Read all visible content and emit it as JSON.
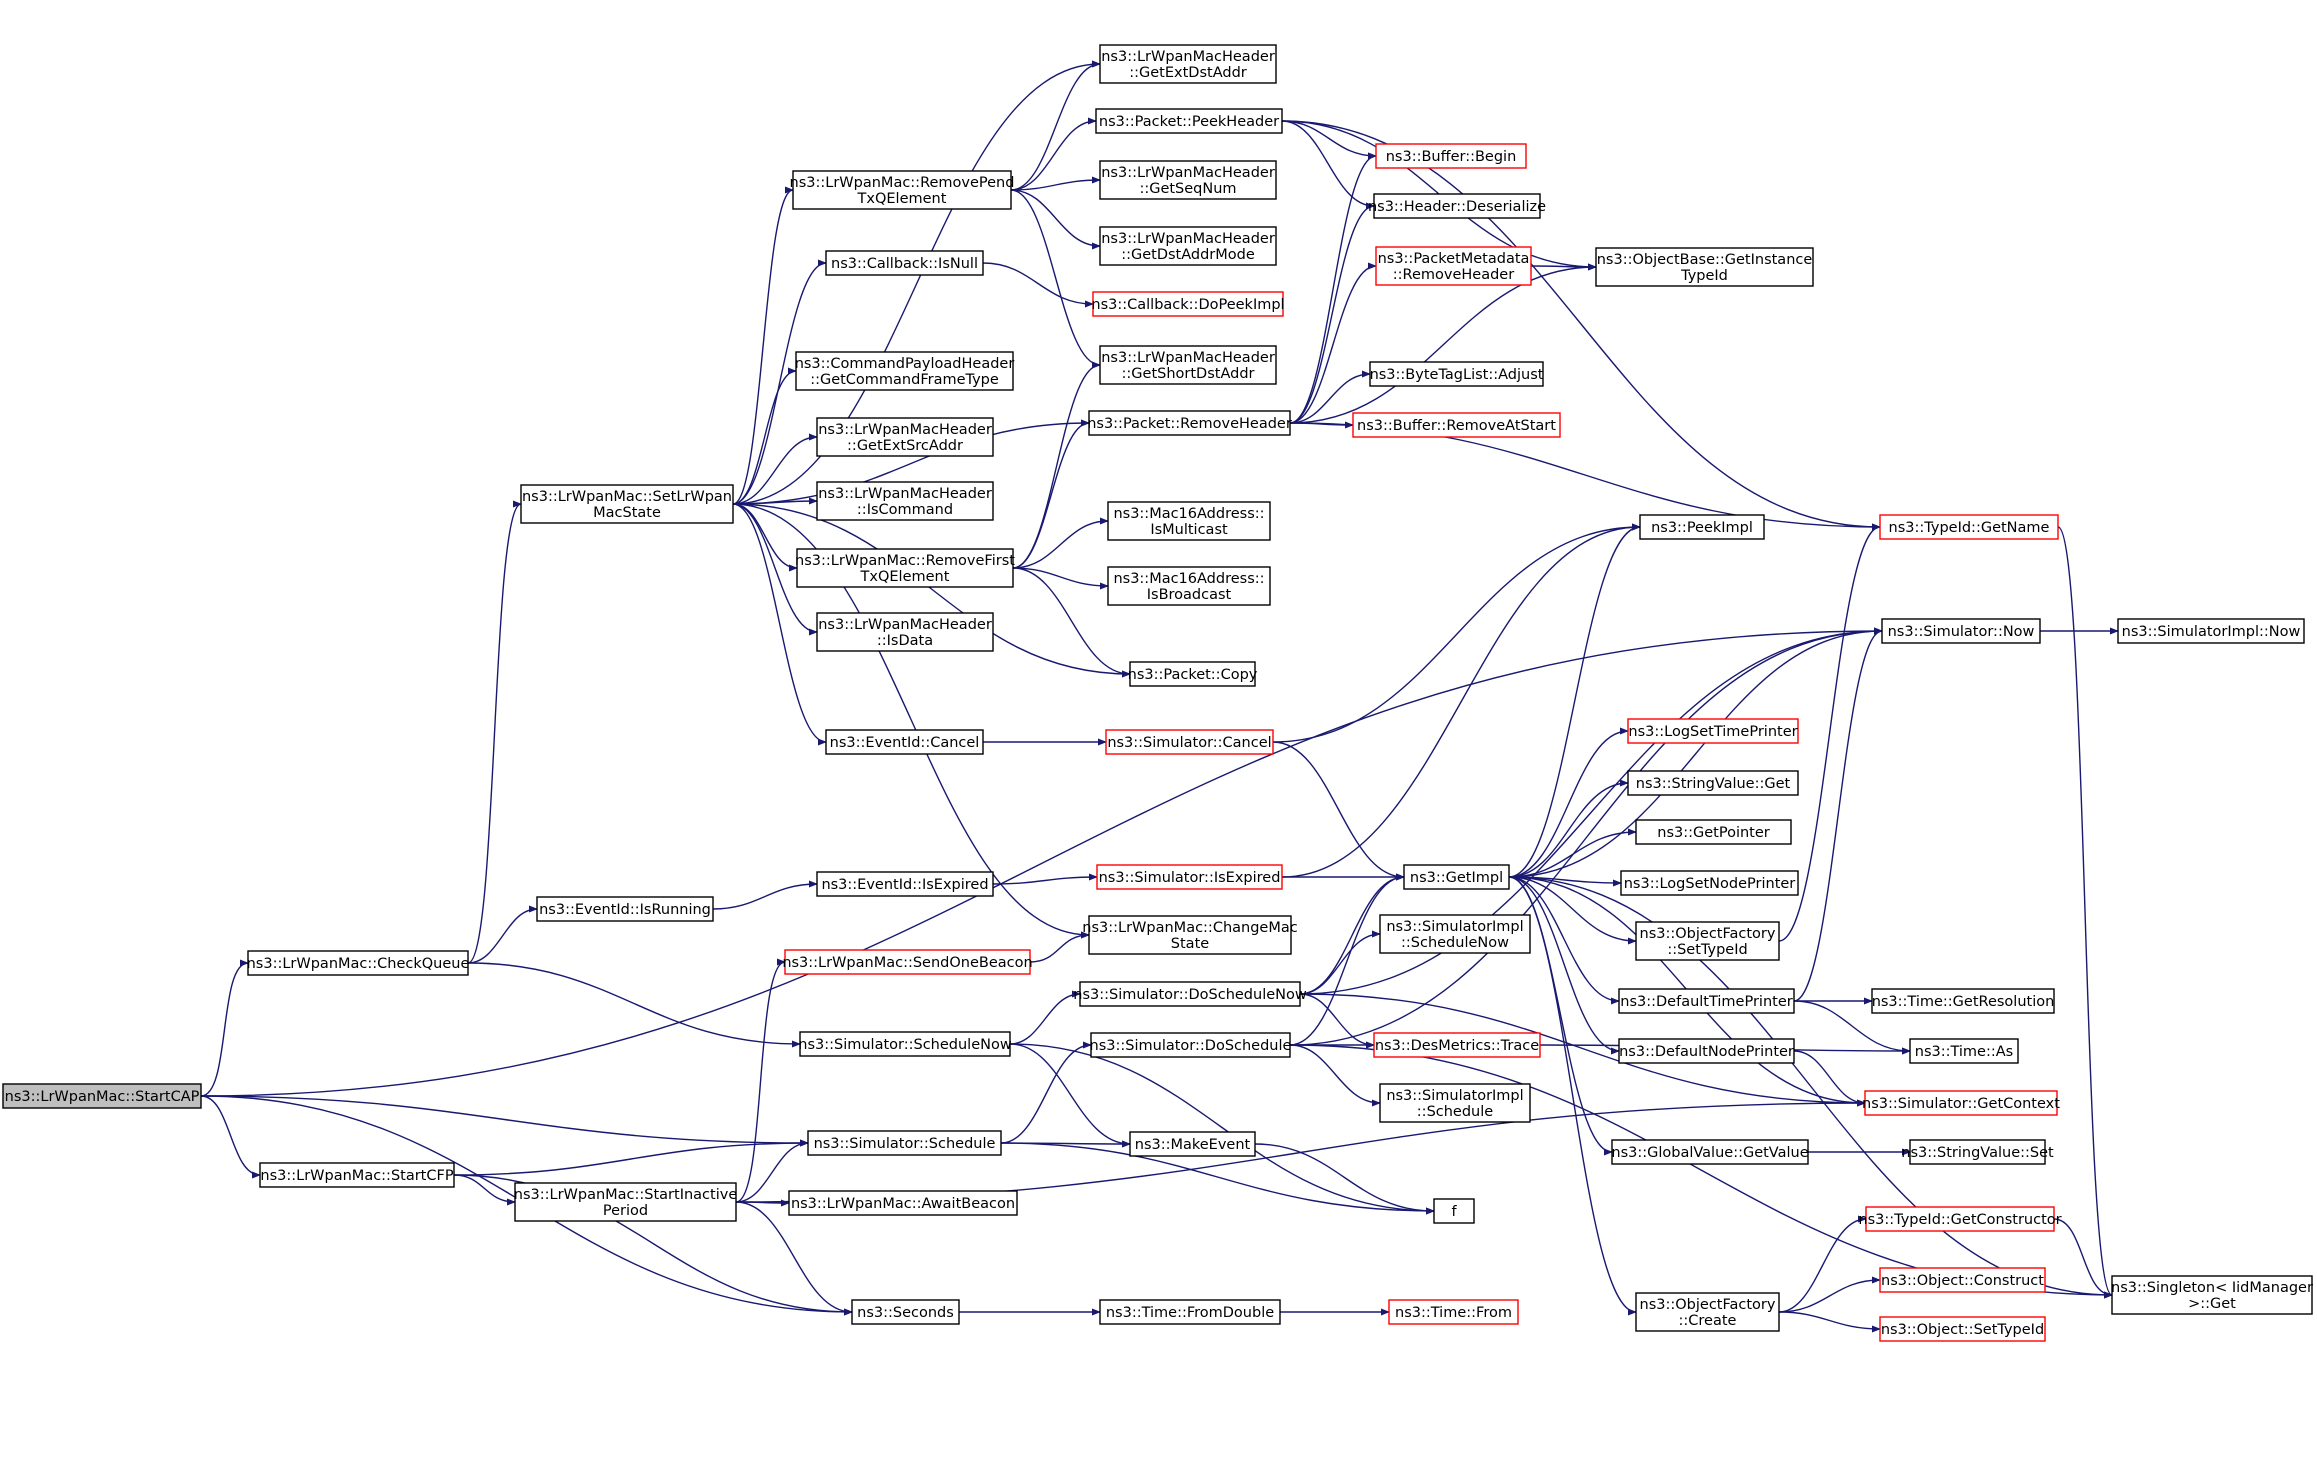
{
  "colors": {
    "edge": "#191970",
    "box_border": "#000000",
    "highlight_border": "#ff0000",
    "root_fill": "#bfbfbf",
    "background": "#ffffff"
  },
  "nodes": [
    {
      "id": "startcap",
      "lines": [
        "ns3::LrWpanMac::StartCAP"
      ],
      "style": "root"
    },
    {
      "id": "checkqueue",
      "lines": [
        "ns3::LrWpanMac::CheckQueue"
      ]
    },
    {
      "id": "startcfp",
      "lines": [
        "ns3::LrWpanMac::StartCFP"
      ]
    },
    {
      "id": "seconds",
      "lines": [
        "ns3::Seconds"
      ]
    },
    {
      "id": "schedule",
      "lines": [
        "ns3::Simulator::Schedule"
      ]
    },
    {
      "id": "setstate",
      "lines": [
        "ns3::LrWpanMac::SetLrWpan",
        "MacState"
      ]
    },
    {
      "id": "isrunning",
      "lines": [
        "ns3::EventId::IsRunning"
      ]
    },
    {
      "id": "schedulenow",
      "lines": [
        "ns3::Simulator::ScheduleNow"
      ]
    },
    {
      "id": "startinactive",
      "lines": [
        "ns3::LrWpanMac::StartInactive",
        "Period"
      ]
    },
    {
      "id": "sendonebeacon",
      "lines": [
        "ns3::LrWpanMac::SendOneBeacon"
      ],
      "style": "red"
    },
    {
      "id": "awaitbeacon",
      "lines": [
        "ns3::LrWpanMac::AwaitBeacon"
      ]
    },
    {
      "id": "removepend",
      "lines": [
        "ns3::LrWpanMac::RemovePend",
        "TxQElement"
      ]
    },
    {
      "id": "isnull",
      "lines": [
        "ns3::Callback::IsNull"
      ]
    },
    {
      "id": "getcmdtype",
      "lines": [
        "ns3::CommandPayloadHeader",
        "::GetCommandFrameType"
      ]
    },
    {
      "id": "getextsrc",
      "lines": [
        "ns3::LrWpanMacHeader",
        "::GetExtSrcAddr"
      ]
    },
    {
      "id": "iscommand",
      "lines": [
        "ns3::LrWpanMacHeader",
        "::IsCommand"
      ]
    },
    {
      "id": "removefirst",
      "lines": [
        "ns3::LrWpanMac::RemoveFirst",
        "TxQElement"
      ]
    },
    {
      "id": "isdata",
      "lines": [
        "ns3::LrWpanMacHeader",
        "::IsData"
      ]
    },
    {
      "id": "evcancel",
      "lines": [
        "ns3::EventId::Cancel"
      ]
    },
    {
      "id": "isexpired",
      "lines": [
        "ns3::EventId::IsExpired"
      ]
    },
    {
      "id": "getextdst",
      "lines": [
        "ns3::LrWpanMacHeader",
        "::GetExtDstAddr"
      ]
    },
    {
      "id": "peekheader",
      "lines": [
        "ns3::Packet::PeekHeader"
      ]
    },
    {
      "id": "getseqnum",
      "lines": [
        "ns3::LrWpanMacHeader",
        "::GetSeqNum"
      ]
    },
    {
      "id": "getdstmode",
      "lines": [
        "ns3::LrWpanMacHeader",
        "::GetDstAddrMode"
      ]
    },
    {
      "id": "dopeekimpl",
      "lines": [
        "ns3::Callback::DoPeekImpl"
      ],
      "style": "red"
    },
    {
      "id": "getshortdst",
      "lines": [
        "ns3::LrWpanMacHeader",
        "::GetShortDstAddr"
      ]
    },
    {
      "id": "removeheader",
      "lines": [
        "ns3::Packet::RemoveHeader"
      ]
    },
    {
      "id": "ismulticast",
      "lines": [
        "ns3::Mac16Address::",
        "IsMulticast"
      ]
    },
    {
      "id": "isbroadcast",
      "lines": [
        "ns3::Mac16Address::",
        "IsBroadcast"
      ]
    },
    {
      "id": "pktcopy",
      "lines": [
        "ns3::Packet::Copy"
      ]
    },
    {
      "id": "simcancel",
      "lines": [
        "ns3::Simulator::Cancel"
      ],
      "style": "red"
    },
    {
      "id": "simisexpired",
      "lines": [
        "ns3::Simulator::IsExpired"
      ],
      "style": "red"
    },
    {
      "id": "changemac",
      "lines": [
        "ns3::LrWpanMac::ChangeMac",
        "State"
      ]
    },
    {
      "id": "doschedulenow",
      "lines": [
        "ns3::Simulator::DoScheduleNow"
      ]
    },
    {
      "id": "doschedule",
      "lines": [
        "ns3::Simulator::DoSchedule"
      ]
    },
    {
      "id": "makeevent",
      "lines": [
        "ns3::MakeEvent"
      ]
    },
    {
      "id": "f",
      "lines": [
        "f"
      ]
    },
    {
      "id": "timefromdouble",
      "lines": [
        "ns3::Time::FromDouble"
      ]
    },
    {
      "id": "bufbegin",
      "lines": [
        "ns3::Buffer::Begin"
      ],
      "style": "red"
    },
    {
      "id": "hdrdeser",
      "lines": [
        "ns3::Header::Deserialize"
      ]
    },
    {
      "id": "pktmetarm",
      "lines": [
        "ns3::PacketMetadata",
        "::RemoveHeader"
      ],
      "style": "red"
    },
    {
      "id": "bytetag",
      "lines": [
        "ns3::ByteTagList::Adjust"
      ]
    },
    {
      "id": "bufrmstart",
      "lines": [
        "ns3::Buffer::RemoveAtStart"
      ],
      "style": "red"
    },
    {
      "id": "peekimpl",
      "lines": [
        "ns3::PeekImpl"
      ]
    },
    {
      "id": "getimpl",
      "lines": [
        "ns3::GetImpl"
      ]
    },
    {
      "id": "logsettime",
      "lines": [
        "ns3::LogSetTimePrinter"
      ],
      "style": "red"
    },
    {
      "id": "strvalget",
      "lines": [
        "ns3::StringValue::Get"
      ]
    },
    {
      "id": "getpointer",
      "lines": [
        "ns3::GetPointer"
      ]
    },
    {
      "id": "logsetnode",
      "lines": [
        "ns3::LogSetNodePrinter"
      ]
    },
    {
      "id": "objfactsettype",
      "lines": [
        "ns3::ObjectFactory",
        "::SetTypeId"
      ]
    },
    {
      "id": "simimplschednow",
      "lines": [
        "ns3::SimulatorImpl",
        "::ScheduleNow"
      ]
    },
    {
      "id": "destrace",
      "lines": [
        "ns3::DesMetrics::Trace"
      ],
      "style": "red"
    },
    {
      "id": "simimplsched",
      "lines": [
        "ns3::SimulatorImpl",
        "::Schedule"
      ]
    },
    {
      "id": "deftimeprinter",
      "lines": [
        "ns3::DefaultTimePrinter"
      ]
    },
    {
      "id": "defnodeprinter",
      "lines": [
        "ns3::DefaultNodePrinter"
      ]
    },
    {
      "id": "gvgetvalue",
      "lines": [
        "ns3::GlobalValue::GetValue"
      ]
    },
    {
      "id": "objfactcreate",
      "lines": [
        "ns3::ObjectFactory",
        "::Create"
      ]
    },
    {
      "id": "timefrom",
      "lines": [
        "ns3::Time::From"
      ],
      "style": "red"
    },
    {
      "id": "objbasegetinst",
      "lines": [
        "ns3::ObjectBase::GetInstance",
        "TypeId"
      ]
    },
    {
      "id": "typeidgetname",
      "lines": [
        "ns3::TypeId::GetName"
      ],
      "style": "red"
    },
    {
      "id": "simnow",
      "lines": [
        "ns3::Simulator::Now"
      ]
    },
    {
      "id": "simimplnow",
      "lines": [
        "ns3::SimulatorImpl::Now"
      ]
    },
    {
      "id": "timegetres",
      "lines": [
        "ns3::Time::GetResolution"
      ]
    },
    {
      "id": "timeas",
      "lines": [
        "ns3::Time::As"
      ]
    },
    {
      "id": "simgetctx",
      "lines": [
        "ns3::Simulator::GetContext"
      ],
      "style": "red"
    },
    {
      "id": "strvalset",
      "lines": [
        "ns3::StringValue::Set"
      ]
    },
    {
      "id": "typeidgetctor",
      "lines": [
        "ns3::TypeId::GetConstructor"
      ],
      "style": "red"
    },
    {
      "id": "objconstruct",
      "lines": [
        "ns3::Object::Construct"
      ],
      "style": "red"
    },
    {
      "id": "objsettypeid",
      "lines": [
        "ns3::Object::SetTypeId"
      ],
      "style": "red"
    },
    {
      "id": "singleton",
      "lines": [
        "ns3::Singleton< IidManager",
        ">::Get"
      ]
    }
  ],
  "edges": [
    [
      "startcap",
      "checkqueue"
    ],
    [
      "startcap",
      "startcfp"
    ],
    [
      "startcap",
      "seconds"
    ],
    [
      "startcap",
      "schedule"
    ],
    [
      "startcap",
      "simnow"
    ],
    [
      "checkqueue",
      "setstate"
    ],
    [
      "checkqueue",
      "isrunning"
    ],
    [
      "checkqueue",
      "schedulenow"
    ],
    [
      "startcfp",
      "schedule"
    ],
    [
      "startcfp",
      "seconds"
    ],
    [
      "startcfp",
      "startinactive"
    ],
    [
      "setstate",
      "removepend"
    ],
    [
      "setstate",
      "isnull"
    ],
    [
      "setstate",
      "getcmdtype"
    ],
    [
      "setstate",
      "getextsrc"
    ],
    [
      "setstate",
      "iscommand"
    ],
    [
      "setstate",
      "removefirst"
    ],
    [
      "setstate",
      "isdata"
    ],
    [
      "setstate",
      "evcancel"
    ],
    [
      "setstate",
      "getextdst"
    ],
    [
      "setstate",
      "removeheader"
    ],
    [
      "setstate",
      "pktcopy"
    ],
    [
      "setstate",
      "changemac"
    ],
    [
      "isrunning",
      "isexpired"
    ],
    [
      "isexpired",
      "simisexpired"
    ],
    [
      "evcancel",
      "simcancel"
    ],
    [
      "removepend",
      "getextdst"
    ],
    [
      "removepend",
      "peekheader"
    ],
    [
      "removepend",
      "getseqnum"
    ],
    [
      "removepend",
      "getdstmode"
    ],
    [
      "removepend",
      "getshortdst"
    ],
    [
      "isnull",
      "dopeekimpl"
    ],
    [
      "removefirst",
      "getshortdst"
    ],
    [
      "removefirst",
      "removeheader"
    ],
    [
      "removefirst",
      "ismulticast"
    ],
    [
      "removefirst",
      "isbroadcast"
    ],
    [
      "removefirst",
      "pktcopy"
    ],
    [
      "peekheader",
      "bufbegin"
    ],
    [
      "peekheader",
      "hdrdeser"
    ],
    [
      "peekheader",
      "objbasegetinst"
    ],
    [
      "peekheader",
      "typeidgetname"
    ],
    [
      "removeheader",
      "bufbegin"
    ],
    [
      "removeheader",
      "hdrdeser"
    ],
    [
      "removeheader",
      "pktmetarm"
    ],
    [
      "removeheader",
      "objbasegetinst"
    ],
    [
      "removeheader",
      "bytetag"
    ],
    [
      "removeheader",
      "bufrmstart"
    ],
    [
      "removeheader",
      "typeidgetname"
    ],
    [
      "pktmetarm",
      "objbasegetinst"
    ],
    [
      "simcancel",
      "peekimpl"
    ],
    [
      "simcancel",
      "getimpl"
    ],
    [
      "simisexpired",
      "peekimpl"
    ],
    [
      "simisexpired",
      "getimpl"
    ],
    [
      "schedulenow",
      "doschedulenow"
    ],
    [
      "schedulenow",
      "makeevent"
    ],
    [
      "schedulenow",
      "f"
    ],
    [
      "schedule",
      "doschedule"
    ],
    [
      "schedule",
      "makeevent"
    ],
    [
      "schedule",
      "f"
    ],
    [
      "startinactive",
      "sendonebeacon"
    ],
    [
      "startinactive",
      "schedule"
    ],
    [
      "startinactive",
      "awaitbeacon"
    ],
    [
      "startinactive",
      "seconds"
    ],
    [
      "startinactive",
      "simgetctx"
    ],
    [
      "sendonebeacon",
      "changemac"
    ],
    [
      "makeevent",
      "f"
    ],
    [
      "seconds",
      "timefromdouble"
    ],
    [
      "timefromdouble",
      "timefrom"
    ],
    [
      "doschedulenow",
      "getimpl"
    ],
    [
      "doschedulenow",
      "simimplschednow"
    ],
    [
      "doschedulenow",
      "destrace"
    ],
    [
      "doschedulenow",
      "simnow"
    ],
    [
      "doschedulenow",
      "simgetctx"
    ],
    [
      "doschedule",
      "getimpl"
    ],
    [
      "doschedule",
      "simimplsched"
    ],
    [
      "doschedule",
      "destrace"
    ],
    [
      "doschedule",
      "simnow"
    ],
    [
      "doschedule",
      "singleton"
    ],
    [
      "destrace",
      "timeas"
    ],
    [
      "getimpl",
      "peekimpl"
    ],
    [
      "getimpl",
      "logsettime"
    ],
    [
      "getimpl",
      "strvalget"
    ],
    [
      "getimpl",
      "getpointer"
    ],
    [
      "getimpl",
      "logsetnode"
    ],
    [
      "getimpl",
      "objfactsettype"
    ],
    [
      "getimpl",
      "deftimeprinter"
    ],
    [
      "getimpl",
      "defnodeprinter"
    ],
    [
      "getimpl",
      "gvgetvalue"
    ],
    [
      "getimpl",
      "objfactcreate"
    ],
    [
      "getimpl",
      "simgetctx"
    ],
    [
      "getimpl",
      "singleton"
    ],
    [
      "getimpl",
      "simnow"
    ],
    [
      "objfactsettype",
      "typeidgetname"
    ],
    [
      "deftimeprinter",
      "simnow"
    ],
    [
      "deftimeprinter",
      "timegetres"
    ],
    [
      "deftimeprinter",
      "timeas"
    ],
    [
      "defnodeprinter",
      "simgetctx"
    ],
    [
      "gvgetvalue",
      "strvalset"
    ],
    [
      "objfactcreate",
      "typeidgetctor"
    ],
    [
      "objfactcreate",
      "objconstruct"
    ],
    [
      "objfactcreate",
      "objsettypeid"
    ],
    [
      "typeidgetctor",
      "singleton"
    ],
    [
      "typeidgetname",
      "singleton"
    ],
    [
      "simnow",
      "simimplnow"
    ]
  ]
}
